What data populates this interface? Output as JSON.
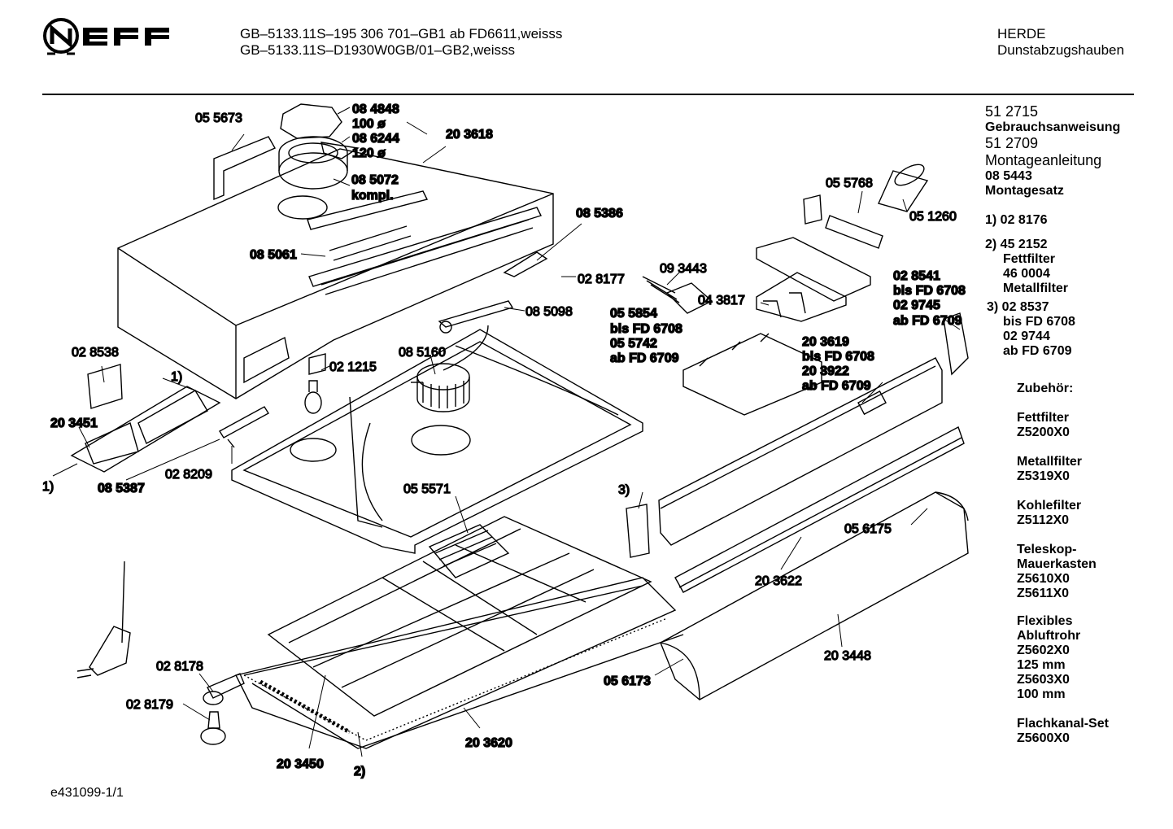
{
  "header": {
    "model_lines": [
      "GB–5133.11S–195 306 701–GB1 ab FD6611,weisss",
      "GB–5133.11S–D1930W0GB/01–GB2,weisss"
    ],
    "category": [
      "HERDE",
      "Dunstabzugshauben"
    ]
  },
  "brand": {
    "logo_text": "NEFF"
  },
  "labels": {
    "l055673": "05 5673",
    "l084848": "08 4848",
    "l100": "100 ø",
    "l086244": "08 6244",
    "l120": "120 ø",
    "l203618": "20 3618",
    "l085072": "08 5072",
    "lkompl": "kompl.",
    "l085386": "08 5386",
    "l085061": "08 5061",
    "l028177": "02 8177",
    "l085098": "08 5098",
    "l093443": "09 3443",
    "l043817": "04 3817",
    "l055768": "05 5768",
    "l051260": "05 1260",
    "l028541": "02 8541",
    "lbis6708a": "bis FD 6708",
    "l029745": "02 9745",
    "lab6709a": "ab FD 6709",
    "l055854": "05 5854",
    "lbis6708b": "bis FD 6708",
    "l055742": "05 5742",
    "lab6709b": "ab FD 6709",
    "l203619": "20 3619",
    "lbis6708c": "bis FD 6708",
    "l203922": "20 3922",
    "lab6709c": "ab FD 6709",
    "l028538": "02 8538",
    "l1a": "1)",
    "l203451": "20 3451",
    "l085160": "08 5160",
    "l021215": "02 1215",
    "l1b": "1)",
    "l085387": "08 5387",
    "l028209": "02 8209",
    "l055571": "05 5571",
    "l3": "3)",
    "l056175": "05 6175",
    "l203622": "20 3622",
    "l203448": "20 3448",
    "l056173": "05 6173",
    "l028178": "02 8178",
    "l028179": "02 8179",
    "l203450": "20 3450",
    "l2": "2)",
    "l203620": "20 3620"
  },
  "sidebar": {
    "docs": [
      {
        "code": "51 2715",
        "name": "Gebrauchsanweisung"
      },
      {
        "code": "51 2709",
        "name": "Montageanleitung"
      },
      {
        "code": "08 5443",
        "name": "Montagesatz"
      }
    ],
    "note1": "1) 02 8176",
    "note2": [
      "2) 45 2152",
      "Fettfilter",
      "46 0004",
      "Metallfilter"
    ],
    "note3": [
      "3) 02 8537",
      "bis FD 6708",
      "02 9744",
      "ab FD 6709"
    ],
    "accessories_title": "Zubehör:",
    "accessories": [
      [
        "Fettfilter",
        "Z5200X0"
      ],
      [
        "Metallfilter",
        "Z5319X0"
      ],
      [
        "Kohlefilter",
        "Z5112X0"
      ],
      [
        "Teleskop-",
        "Mauerkasten",
        "Z5610X0",
        "Z5611X0"
      ],
      [
        "Flexibles",
        "Abluftrohr",
        "Z5602X0",
        "125 mm",
        "Z5603X0",
        "100 mm"
      ],
      [
        "Flachkanal-Set",
        "Z5600X0"
      ]
    ]
  },
  "footer": {
    "ref": "e431099-1/1"
  }
}
